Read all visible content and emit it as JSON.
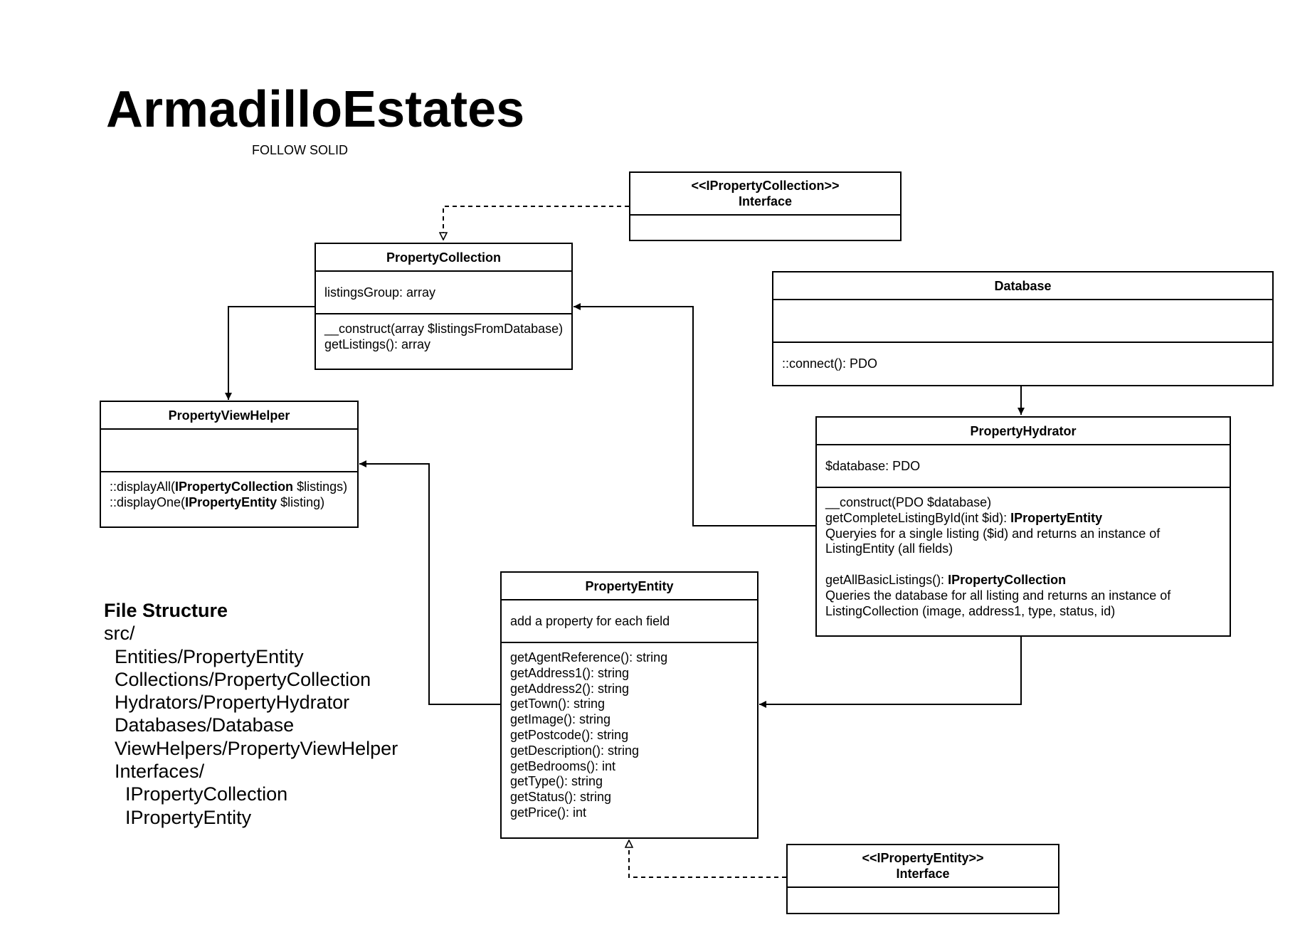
{
  "title": "ArmadilloEstates",
  "subtitle": "FOLLOW SOLID",
  "classes": {
    "ipropertycollection": {
      "stereotype": "<<IPropertyCollection>>",
      "kind": "Interface"
    },
    "propertycollection": {
      "name": "PropertyCollection",
      "attr": "listingsGroup: array",
      "m1": "__construct(array $listingsFromDatabase)",
      "m2": "getListings(): array"
    },
    "database": {
      "name": "Database",
      "m1": "::connect(): PDO"
    },
    "propertyviewhelper": {
      "name": "PropertyViewHelper",
      "m1_a": "::displayAll(",
      "m1_b": "IPropertyCollection",
      "m1_c": " $listings)",
      "m2_a": "::displayOne(",
      "m2_b": "IPropertyEntity",
      "m2_c": " $listing)"
    },
    "propertyhydrator": {
      "name": "PropertyHydrator",
      "attr": "$database: PDO",
      "m1": "__construct(PDO $database)",
      "m2_a": "getCompleteListingById(int $id): ",
      "m2_b": "IPropertyEntity",
      "m3": "Queryies for a single listing ($id) and returns an instance of",
      "m4": "ListingEntity (all fields)",
      "m5_a": "getAllBasicListings(): ",
      "m5_b": "IPropertyCollection",
      "m6": "Queries the database for all listing and returns an instance of",
      "m7": "ListingCollection (image, address1, type, status, id)"
    },
    "propertyentity": {
      "name": "PropertyEntity",
      "attr": "add a property for each field",
      "methods": [
        "getAgentReference(): string",
        "getAddress1(): string",
        "getAddress2(): string",
        "getTown(): string",
        "getImage(): string",
        "getPostcode(): string",
        "getDescription(): string",
        "getBedrooms(): int",
        "getType(): string",
        "getStatus(): string",
        "getPrice(): int"
      ]
    },
    "ipropertyentity": {
      "stereotype": "<<IPropertyEntity>>",
      "kind": "Interface"
    }
  },
  "file_structure": {
    "heading": "File Structure",
    "lines": [
      "src/",
      "  Entities/PropertyEntity",
      "  Collections/PropertyCollection",
      "  Hydrators/PropertyHydrator",
      "  Databases/Database",
      "  ViewHelpers/PropertyViewHelper",
      "  Interfaces/",
      "    IPropertyCollection",
      "    IPropertyEntity"
    ]
  }
}
